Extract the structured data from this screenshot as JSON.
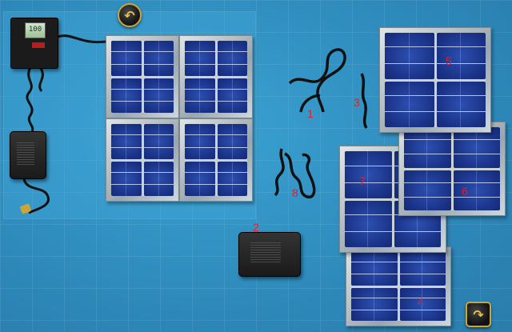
{
  "game": {
    "title": "",
    "controls": {
      "top_button": "undo",
      "bottom_button": "redo",
      "top_icon": "↶",
      "bottom_icon": "↷"
    },
    "controller": {
      "display_readout": "100"
    },
    "parts": [
      {
        "id": "cable-1",
        "label": "1"
      },
      {
        "id": "adapter-2",
        "label": "2"
      },
      {
        "id": "cable-3",
        "label": "3"
      },
      {
        "id": "panel-4",
        "label": "4"
      },
      {
        "id": "panel-5",
        "label": "5"
      },
      {
        "id": "panel-6",
        "label": "6"
      },
      {
        "id": "panel-7",
        "label": "7"
      },
      {
        "id": "cable-8",
        "label": "8"
      }
    ],
    "colors": {
      "background": "#2f8fc0",
      "cell": "#1a3388",
      "frame": "#b8c3c9",
      "label": "#e0202a",
      "button_ring": "#c9a53a"
    }
  }
}
